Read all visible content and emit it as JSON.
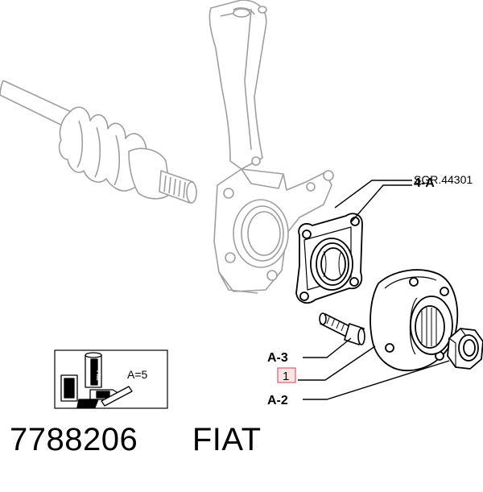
{
  "callouts": {
    "tool_ref": "SGR.44301",
    "assembly": "4-A",
    "bolt": "A-3",
    "hub_index": "1",
    "nut": "A-2"
  },
  "pack": {
    "quantity_label": "A=5",
    "box_brand": "Fiat"
  },
  "footer": {
    "part_number": "7788206",
    "brand": "FIAT"
  },
  "colors": {
    "line": "#000000",
    "index_box_border": "#e05a6a",
    "index_box_fill": "#fbe3e6",
    "part_fill": "#ffffff",
    "ghost_gray": "#bdbdbd"
  }
}
